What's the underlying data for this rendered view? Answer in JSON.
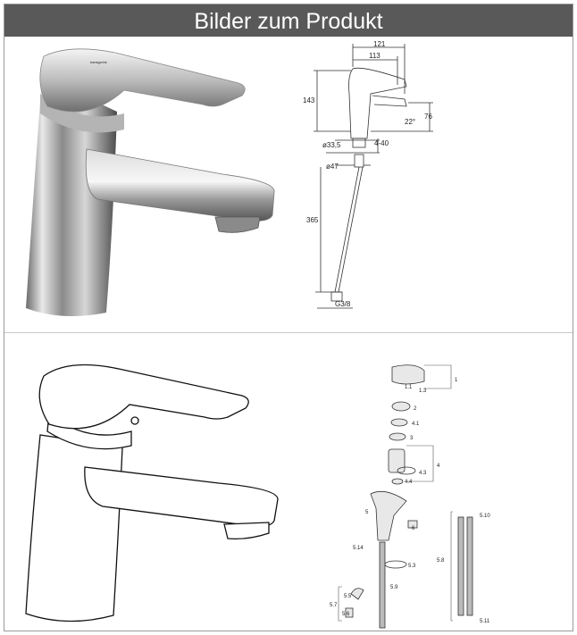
{
  "header": {
    "title": "Bilder zum Produkt"
  },
  "photo": {
    "brand_mark": "hansgrohe"
  },
  "dimensions": {
    "d121": "121",
    "d113": "113",
    "d143": "143",
    "d76": "76",
    "a22": "22°",
    "d33": "ø33,5",
    "d440": "4-40",
    "d47": "ø47",
    "d365": "365",
    "g38": "G3/8"
  },
  "parts": {
    "p1": "1",
    "p11": "1.1",
    "p13": "1.3",
    "p2": "2",
    "p41": "4.1",
    "p3": "3",
    "p4": "4",
    "p43": "4.3",
    "p44": "4.4",
    "p5": "5",
    "p6": "6",
    "p514": "5.14",
    "p53": "5.3",
    "p59": "5.9",
    "p55": "5.5",
    "p57": "5.7",
    "p56": "5.6",
    "p510": "5.10",
    "p58": "5.8",
    "p511": "5.11"
  },
  "colors": {
    "header_bg": "#595959",
    "header_text": "#ffffff",
    "border": "#9a9a9a"
  }
}
